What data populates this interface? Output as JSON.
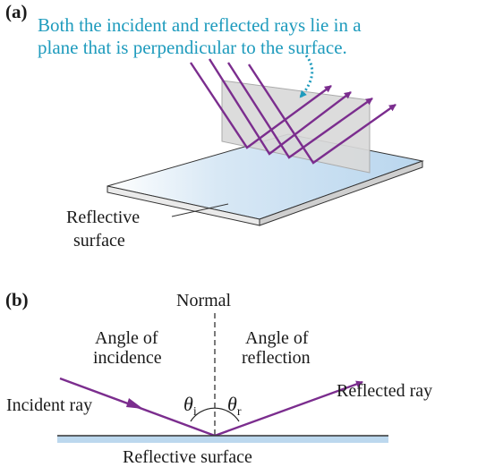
{
  "panel_a": {
    "label": "(a)",
    "caption_line1": "Both the incident and reflected rays lie in a",
    "caption_line2": "plane that is perpendicular to the surface.",
    "surface_label_line1": "Reflective",
    "surface_label_line2": "surface"
  },
  "panel_b": {
    "label": "(b)",
    "normal_label": "Normal",
    "incidence_line1": "Angle of",
    "incidence_line2": "incidence",
    "reflection_line1": "Angle of",
    "reflection_line2": "reflection",
    "incident_ray_label": "Incident ray",
    "reflected_ray_label": "Reflected ray",
    "theta_symbol": "θ",
    "theta_i_sub": "i",
    "theta_r_sub": "r",
    "surface_label": "Reflective surface"
  },
  "colors": {
    "caption": "#1e9bbd",
    "ray": "#7b2d8e",
    "surface_blue": "#bcd8ee",
    "pointer": "#1e9bbd"
  }
}
